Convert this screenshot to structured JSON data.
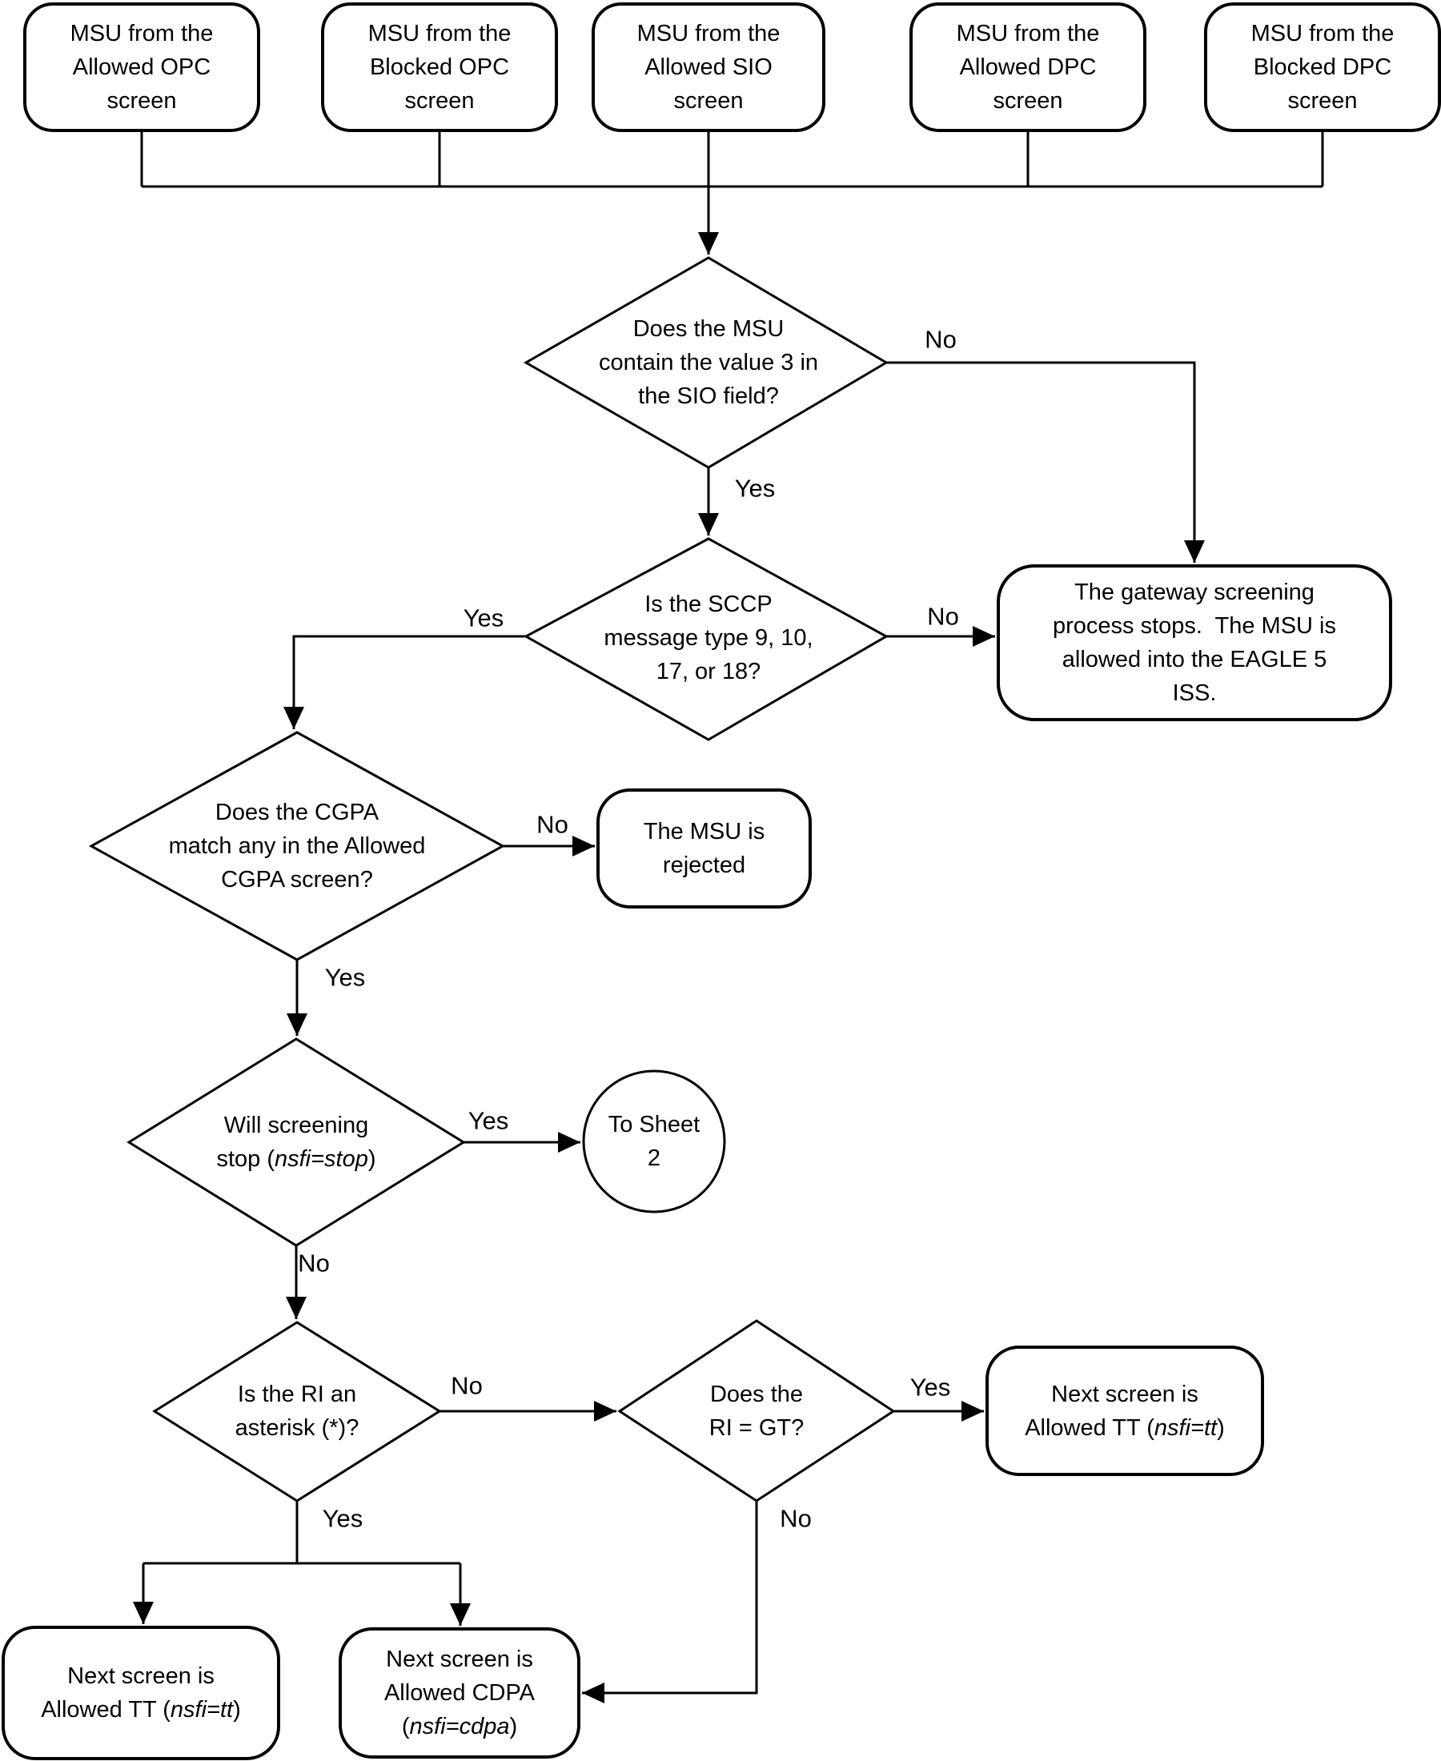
{
  "colors": {
    "line": "#000000",
    "fill": "#ffffff",
    "text": "#000000"
  },
  "sources": [
    {
      "text": "MSU from the\nAllowed OPC\nscreen"
    },
    {
      "text": "MSU from the\nBlocked OPC\nscreen"
    },
    {
      "text": "MSU from the\nAllowed SIO\nscreen"
    },
    {
      "text": "MSU from the\nAllowed DPC\nscreen"
    },
    {
      "text": "MSU from the\nBlocked DPC\nscreen"
    }
  ],
  "decisions": {
    "sio_value": {
      "text": "Does the MSU\ncontain the value 3 in\nthe SIO field?"
    },
    "sccp_type": {
      "text": "Is the SCCP\nmessage type 9, 10,\n17, or 18?"
    },
    "cgpa_match": {
      "text": "Does the CGPA\nmatch any in the Allowed\nCGPA screen?"
    },
    "screening_stop": {
      "line1": "Will screening",
      "line2_pre": "stop (",
      "line2_italic": "nsfi=stop",
      "line2_post": ")"
    },
    "ri_asterisk": {
      "text": "Is the RI an\nasterisk (*)?"
    },
    "ri_gt": {
      "text": "Does the\nRI = GT?"
    }
  },
  "results": {
    "gateway_stops": {
      "text": "The gateway screening\nprocess stops.  The MSU is\nallowed into the EAGLE 5\nISS."
    },
    "msu_rejected": {
      "text": "The MSU is\nrejected"
    },
    "to_sheet_2": {
      "text": "To Sheet\n2"
    },
    "next_tt_right": {
      "line1": "Next screen is",
      "line2_pre": "Allowed TT (",
      "line2_italic": "nsfi=tt",
      "line2_post": ")"
    },
    "next_tt_bottom": {
      "line1": "Next screen is",
      "line2_pre": "Allowed TT (",
      "line2_italic": "nsfi=tt",
      "line2_post": ")"
    },
    "next_cdpa": {
      "line1": "Next screen is",
      "line2": "Allowed CDPA",
      "line3_pre": "(",
      "line3_italic": "nsfi=cdpa",
      "line3_post": ")"
    }
  },
  "labels": {
    "sio_no": "No",
    "sio_yes": "Yes",
    "sccp_no": "No",
    "sccp_yes": "Yes",
    "cgpa_no": "No",
    "cgpa_yes": "Yes",
    "stop_yes": "Yes",
    "stop_no": "No",
    "ri_no": "No",
    "ri_yes": "Yes",
    "gt_yes": "Yes",
    "gt_no": "No"
  }
}
